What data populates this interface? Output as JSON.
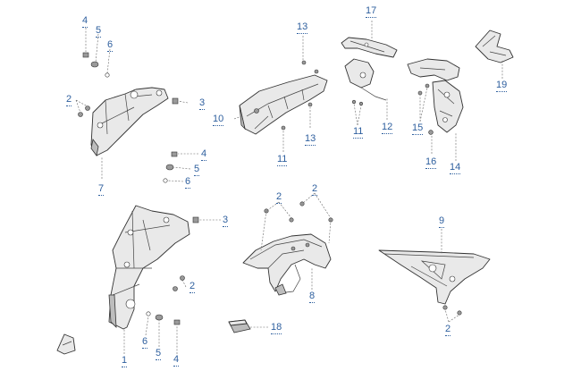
{
  "diagram": {
    "colors": {
      "callout": "#2e5f9e",
      "leader": "#666666",
      "part_fill": "#e9e9e9",
      "outline": "#333333"
    },
    "callouts": [
      {
        "id": "c4a",
        "label": "4"
      },
      {
        "id": "c5a",
        "label": "5"
      },
      {
        "id": "c6a",
        "label": "6"
      },
      {
        "id": "c2a",
        "label": "2"
      },
      {
        "id": "c3a",
        "label": "3"
      },
      {
        "id": "c7",
        "label": "7"
      },
      {
        "id": "c13a",
        "label": "13"
      },
      {
        "id": "c17",
        "label": "17"
      },
      {
        "id": "c10",
        "label": "10"
      },
      {
        "id": "c13b",
        "label": "13"
      },
      {
        "id": "c11a",
        "label": "11"
      },
      {
        "id": "c11b",
        "label": "11"
      },
      {
        "id": "c12",
        "label": "12"
      },
      {
        "id": "c15",
        "label": "15"
      },
      {
        "id": "c16",
        "label": "16"
      },
      {
        "id": "c14",
        "label": "14"
      },
      {
        "id": "c19",
        "label": "19"
      },
      {
        "id": "c4b",
        "label": "4"
      },
      {
        "id": "c5b",
        "label": "5"
      },
      {
        "id": "c6b",
        "label": "6"
      },
      {
        "id": "c3b",
        "label": "3"
      },
      {
        "id": "c2b",
        "label": "2"
      },
      {
        "id": "c6c",
        "label": "6"
      },
      {
        "id": "c5c",
        "label": "5"
      },
      {
        "id": "c4c",
        "label": "4"
      },
      {
        "id": "c1",
        "label": "1"
      },
      {
        "id": "c2c",
        "label": "2"
      },
      {
        "id": "c2d",
        "label": "2"
      },
      {
        "id": "c8",
        "label": "8"
      },
      {
        "id": "c18",
        "label": "18"
      },
      {
        "id": "c9",
        "label": "9"
      },
      {
        "id": "c2e",
        "label": "2"
      }
    ]
  }
}
